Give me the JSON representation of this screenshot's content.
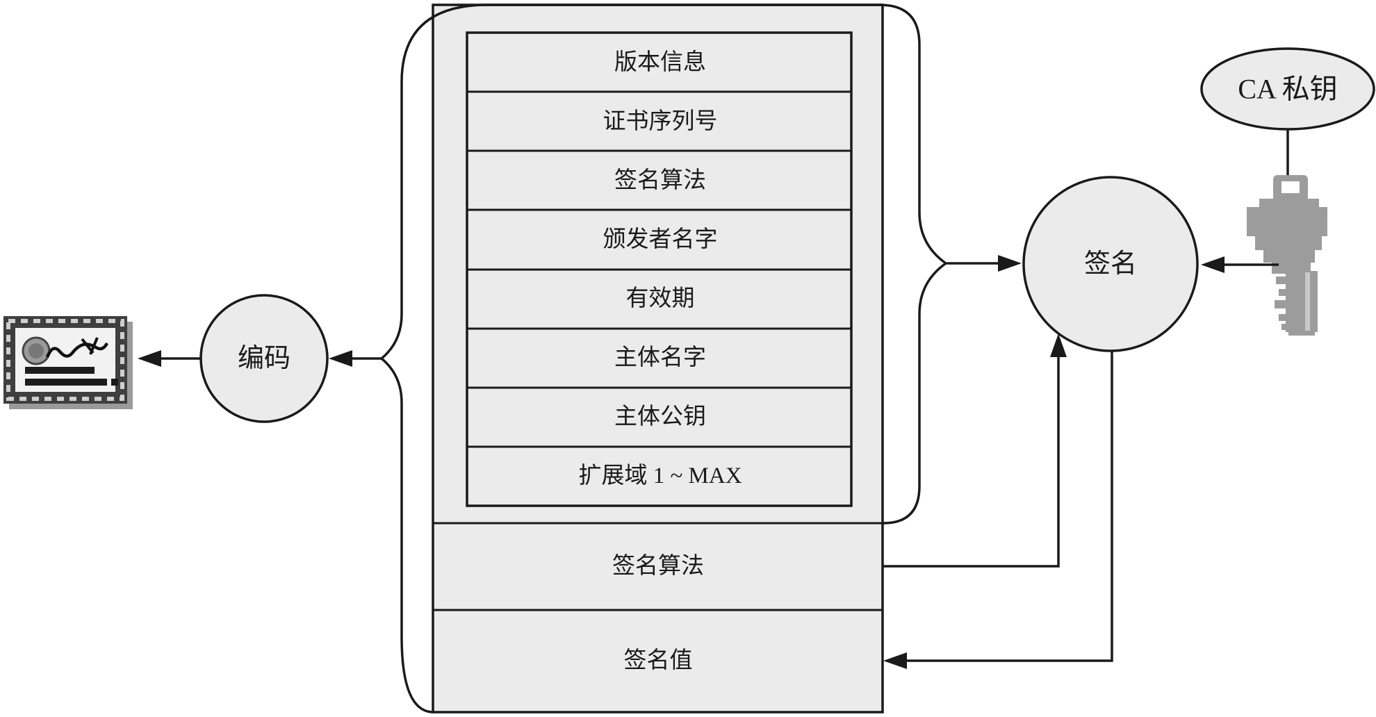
{
  "certificate": {
    "tbs_fields": [
      "版本信息",
      "证书序列号",
      "签名算法",
      "颁发者名字",
      "有效期",
      "主体名字",
      "主体公钥",
      "扩展域 1 ~ MAX"
    ],
    "signature_algorithm": "签名算法",
    "signature_value": "签名值"
  },
  "process": {
    "encode": "编码",
    "sign": "签名"
  },
  "ca": {
    "private_key": "CA 私钥"
  },
  "icons": {
    "certificate_icon": "signed-certificate-image",
    "key_icon": "ca-private-key-icon"
  },
  "colors": {
    "node_fill": "#ebebeb",
    "line": "#1a1a1a",
    "key_gray": "#9c9c9c",
    "background": "#ffffff"
  }
}
